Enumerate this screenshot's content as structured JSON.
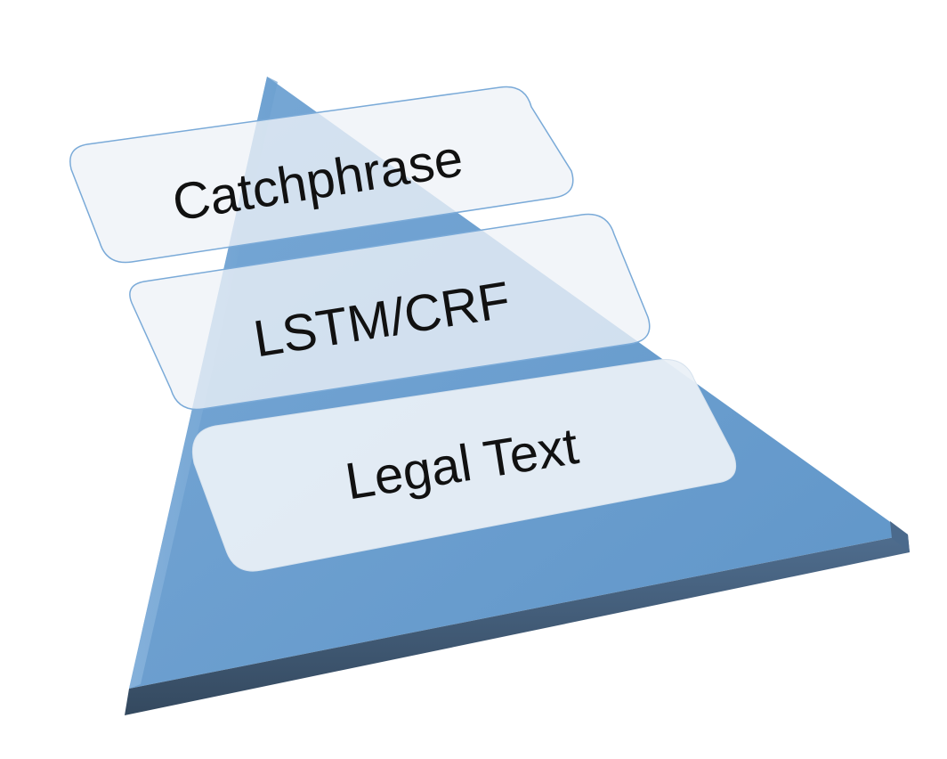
{
  "diagram": {
    "layers": [
      {
        "label": "Catchphrase"
      },
      {
        "label": "LSTM/CRF"
      },
      {
        "label": "Legal Text"
      }
    ],
    "colors": {
      "pyramid_face": "#6b9fcf",
      "pyramid_edge": "#3d5571",
      "layer_fill": "#eef2f7",
      "layer_stroke": "#7aaad8",
      "text": "#111111"
    }
  }
}
